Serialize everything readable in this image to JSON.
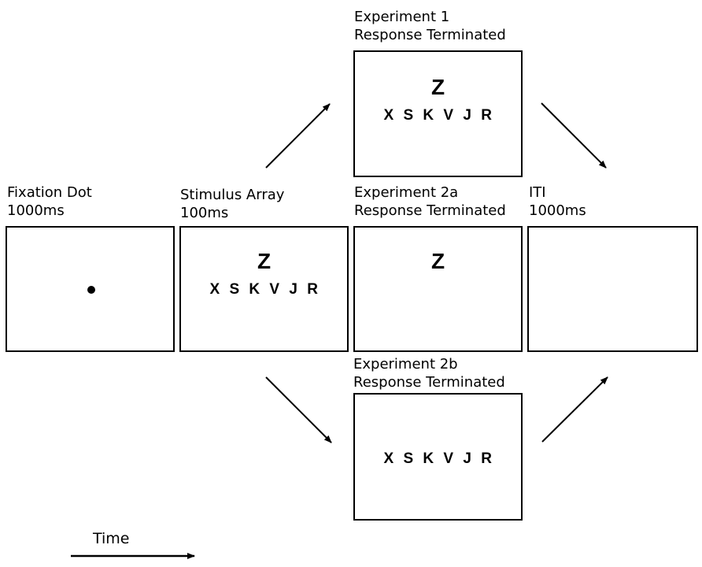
{
  "labels": {
    "fixation": {
      "line1": "Fixation Dot",
      "line2": "1000ms"
    },
    "stimulus": {
      "line1": "Stimulus Array",
      "line2": "100ms"
    },
    "exp1": {
      "line1": "Experiment 1",
      "line2": "Response Terminated"
    },
    "exp2a": {
      "line1": "Experiment 2a",
      "line2": "Response Terminated"
    },
    "exp2b": {
      "line1": "Experiment 2b",
      "line2": "Response Terminated"
    },
    "iti": {
      "line1": "ITI",
      "line2": "1000ms"
    },
    "time": "Time"
  },
  "panels": {
    "stimulus": {
      "target": "Z",
      "array": "X S K V J R"
    },
    "exp1": {
      "target": "Z",
      "array": "X S K V J R"
    },
    "exp2a": {
      "target": "Z"
    },
    "exp2b": {
      "array": "X S K V J R"
    }
  }
}
